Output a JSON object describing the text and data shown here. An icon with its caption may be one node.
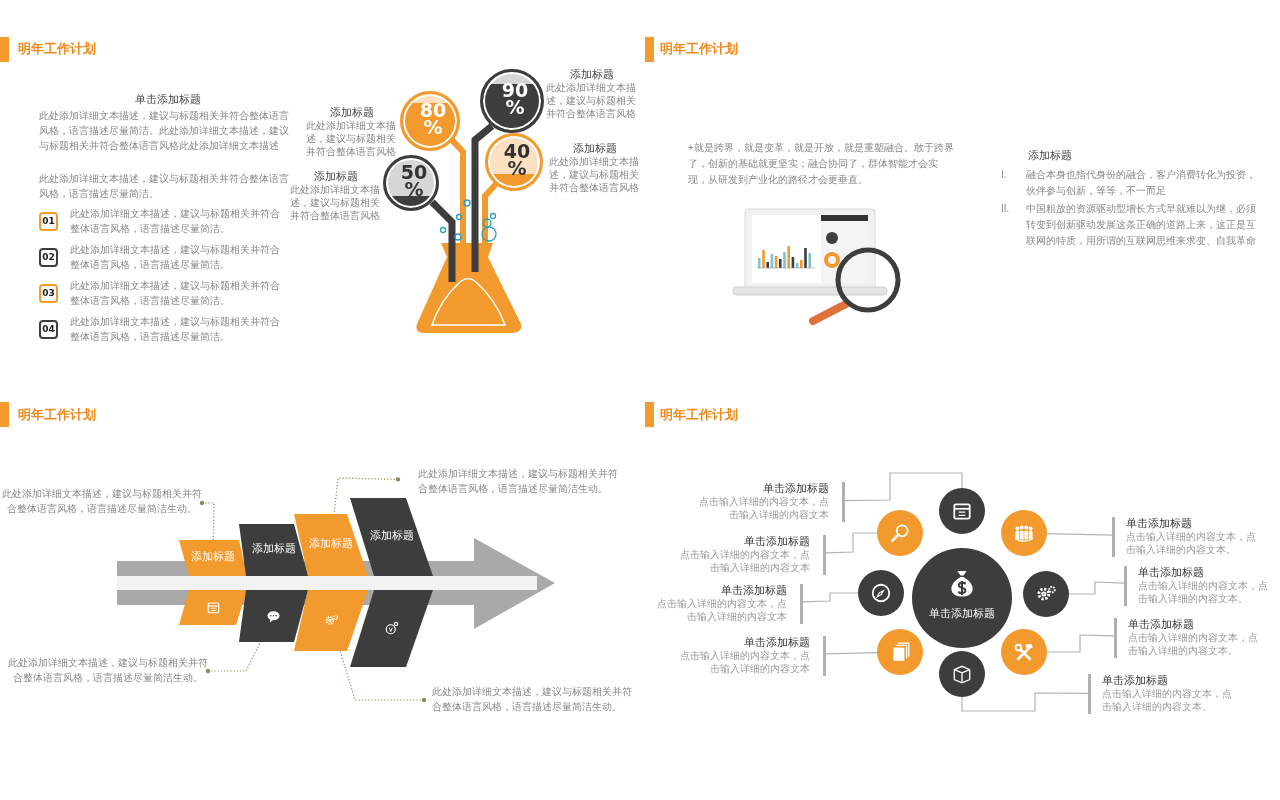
{
  "diagram": {
    "nodes": [
      {
        "text": [
          "01"
        ],
        "beside": [
          "此处添加详细文本描述，建议与标题相关并符合整体语言风格，语言描述尽量简洁。"
        ]
      },
      {
        "text": [
          "02"
        ],
        "beside": [
          "此处添加详细文本描述，建议与标题相关并符合整体语言风格，语言描述尽量简洁。"
        ]
      },
      {
        "text": [
          "03"
        ],
        "beside": [
          "此处添加详细文本描述，建议与标题相关并符合整体语言风格，语言描述尽量简洁。"
        ]
      },
      {
        "text": [
          "04"
        ],
        "beside": [
          "此处添加详细文本描述，建议与标题相关并符合整体语言风格，语言描述尽量简洁。"
        ]
      },
      {
        "text": [
          "90 %"
        ],
        "beside": [
          "添加标题",
          "此处添加详细文本描述，建议与标题相关并符合整体语言风格"
        ]
      },
      {
        "text": [
          "80 %"
        ],
        "beside": [
          "添加标题",
          "此处添加详细文本描述，建议与标题相关并符合整体语言风格"
        ]
      },
      {
        "text": [
          "40 %"
        ],
        "beside": [
          "添加标题",
          "此处添加详细文本描述，建议与标题相关并符合整体语言风格"
        ]
      },
      {
        "text": [
          "50 %"
        ],
        "beside": [
          "添加标题",
          "此处添加详细文本描述，建议与标题相关并符合整体语言风格"
        ]
      },
      {
        "text": [
          "此处添加详细文本描述，建议与标题相关并符合整体语言风格，语言描述尽量简洁生动。"
        ]
      },
      {
        "text": [
          "此处添加详细文本描述，建议与标题相关并符合整体语言风格，语言描述尽量简洁生动。"
        ]
      },
      {
        "text": [
          "添加标题"
        ]
      },
      {
        "text": [
          "添加标题"
        ]
      },
      {
        "text": [
          "添加标题"
        ]
      },
      {
        "text": [
          "添加标题"
        ]
      },
      {
        "text": [],
        "shape": "box"
      },
      {
        "text": [],
        "shape": "box"
      },
      {
        "text": [],
        "shape": "box"
      },
      {
        "text": [],
        "shape": "box"
      },
      {
        "text": [
          "此处添加详细文本描述，建议与标题相关并符合整体语言风格，语言描述尽量简洁生动。"
        ]
      },
      {
        "text": [
          "此处添加详细文本描述，建议与标题相关并符合整体语言风格，语言描述尽量简洁生动。"
        ]
      },
      {
        "text": [
          "单击添加标题"
        ]
      },
      {
        "text": [],
        "shape": "circle"
      },
      {
        "text": [],
        "shape": "circle"
      },
      {
        "text": [],
        "shape": "circle"
      },
      {
        "text": [],
        "shape": "circle"
      },
      {
        "text": [],
        "shape": "circle"
      },
      {
        "text": [],
        "shape": "circle"
      },
      {
        "text": [],
        "shape": "circle"
      },
      {
        "text": [],
        "shape": "circle"
      },
      {
        "text": [
          "单击添加标题",
          "点击输入详细的内容文本，点击输入详细的内容文本"
        ]
      },
      {
        "text": [
          "单击添加标题",
          "点击输入详细的内容文本，点击输入详细的内容文本"
        ]
      },
      {
        "text": [
          "单击添加标题",
          "点击输入详细的内容文本，点击输入详细的内容文本"
        ]
      },
      {
        "text": [
          "单击添加标题",
          "点击输入详细的内容文本，点击输入详细的内容文本"
        ]
      },
      {
        "text": [
          "单击添加标题",
          "点击输入详细的内容文本，点击输入详细的内容文本。"
        ]
      },
      {
        "text": [
          "单击添加标题",
          "点击输入详细的内容文本，点击输入详细的内容文本。"
        ]
      },
      {
        "text": [
          "单击添加标题",
          "点击输入详细的内容文本，点击输入详细的内容文本。"
        ]
      },
      {
        "text": [
          "单击添加标题",
          "点击输入详细的内容文本，点击输入详细的内容文本。"
        ]
      },
      {
        "text": [],
        "shape": "arrow"
      }
    ],
    "edges": [
      {
        "from": 8,
        "to": 10,
        "arrow": "other",
        "style": "dashed",
        "color": "#8c8a5c"
      },
      {
        "from": 9,
        "to": 12,
        "arrow": "other",
        "style": "dashed",
        "color": "#8c8a5c"
      },
      {
        "from": 18,
        "to": 15,
        "arrow": "other",
        "style": "dashed",
        "color": "#8c8a5c"
      },
      {
        "from": 19,
        "to": 16,
        "arrow": "other",
        "style": "dashed",
        "color": "#8c8a5c"
      },
      {
        "from": 21,
        "to": 29,
        "arrow": "none"
      },
      {
        "from": 22,
        "to": 30,
        "arrow": "none"
      },
      {
        "from": 23,
        "to": 31,
        "arrow": "none"
      },
      {
        "from": 24,
        "to": 32,
        "arrow": "none"
      },
      {
        "from": 25,
        "to": 33,
        "arrow": "none"
      },
      {
        "from": 26,
        "to": 34,
        "arrow": "none"
      },
      {
        "from": 27,
        "to": 35,
        "arrow": "none"
      },
      {
        "from": 28,
        "to": 36,
        "arrow": "none"
      }
    ],
    "labels": [
      "明年工作计划",
      "单击添加标题",
      "此处添加详细文本描述，建议与标题相关并符合整体语言风格，语言描述尽量简洁。此处添加详细文本描述，建议与标题相关并符合整体语言风格此处添加详细文本描述",
      "此处添加详细文本描述，建议与标题相关并符合整体语言风格，语言描述尽量简洁。",
      "明年工作计划",
      "+就是跨界，就是变革，就是开放，就是重塑融合。敢于跨界了，创新的基础就更坚实；融合协同了，群体智能才会实现，从研发到产业化的路径才会更垂直。",
      "添加标题",
      "I.",
      "融合本身也指代身份的融合，客户消费转化为投资，伙伴参与创新，等等，不一而足",
      "II.",
      "中国粗放的资源驱动型增长方式早就难以为继，必须转变到创新驱动发展这条正确的道路上来，这正是互联网的特质，用所谓的互联网思维来求变、自我革命",
      "明年工作计划",
      "明年工作计划"
    ]
  }
}
